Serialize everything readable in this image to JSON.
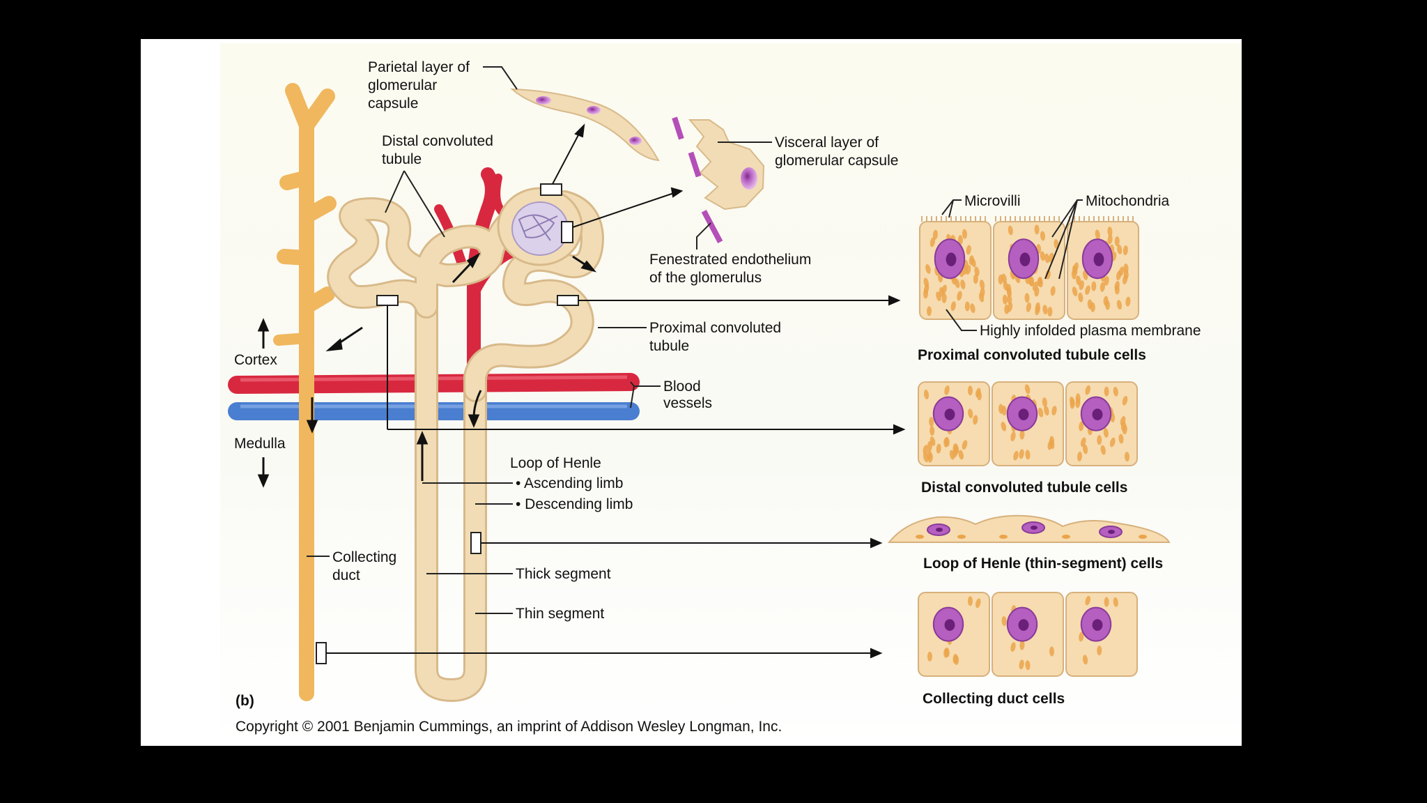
{
  "labels": {
    "parietal": [
      "Parietal layer of",
      "glomerular",
      "capsule"
    ],
    "distal": [
      "Distal convoluted",
      "tubule"
    ],
    "visceral": [
      "Visceral layer of",
      "glomerular capsule"
    ],
    "fenestrated": [
      "Fenestrated endothelium",
      "of the glomerulus"
    ],
    "proximal": [
      "Proximal convoluted",
      "tubule"
    ],
    "cortex": "Cortex",
    "medulla": "Medulla",
    "blood": [
      "Blood",
      "vessels"
    ],
    "loop_title": "Loop of Henle",
    "ascending": "• Ascending limb",
    "descending": "• Descending limb",
    "collecting": [
      "Collecting",
      "duct"
    ],
    "thick": "Thick segment",
    "thin": "Thin segment",
    "microvilli": "Microvilli",
    "mitochondria": "Mitochondria",
    "infolded": "Highly infolded plasma membrane",
    "panel_letter": "(b)",
    "copyright": "Copyright © 2001 Benjamin Cummings, an imprint of Addison Wesley Longman, Inc."
  },
  "captions": {
    "pct_cells": "Proximal convoluted tubule cells",
    "dct_cells": "Distal convoluted tubule cells",
    "loop_cells": "Loop of Henle (thin-segment) cells",
    "cd_cells": "Collecting duct cells"
  },
  "colors": {
    "tubule": "#f1dcb5",
    "tubule_edge": "#d8b98a",
    "duct": "#f0b75e",
    "artery": "#d8283f",
    "vein": "#4a7ed0",
    "nucleus": "#a040a8",
    "mito": "#eba44c"
  }
}
